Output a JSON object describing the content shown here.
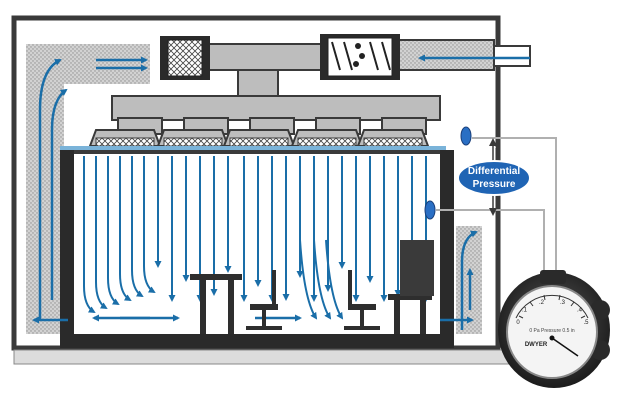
{
  "diagram": {
    "callout": {
      "line1": "Differential",
      "line2": "Pressure"
    },
    "gauge": {
      "brand": "DWYER",
      "units_caption": "0 Pa Pressure 0.5 in",
      "scale_labels": [
        "0",
        ".1",
        ".2",
        ".3",
        ".4",
        ".5"
      ]
    },
    "colors": {
      "airflow": "#1a6ea8",
      "structure": "#3a3a3a",
      "duct_fill": "#cfcfcf",
      "hepa_pad": "#7ab3d9",
      "callout_fill": "#1f64b4",
      "sensor_fill": "#2a6fc4",
      "tube": "#b0b0b0"
    }
  }
}
